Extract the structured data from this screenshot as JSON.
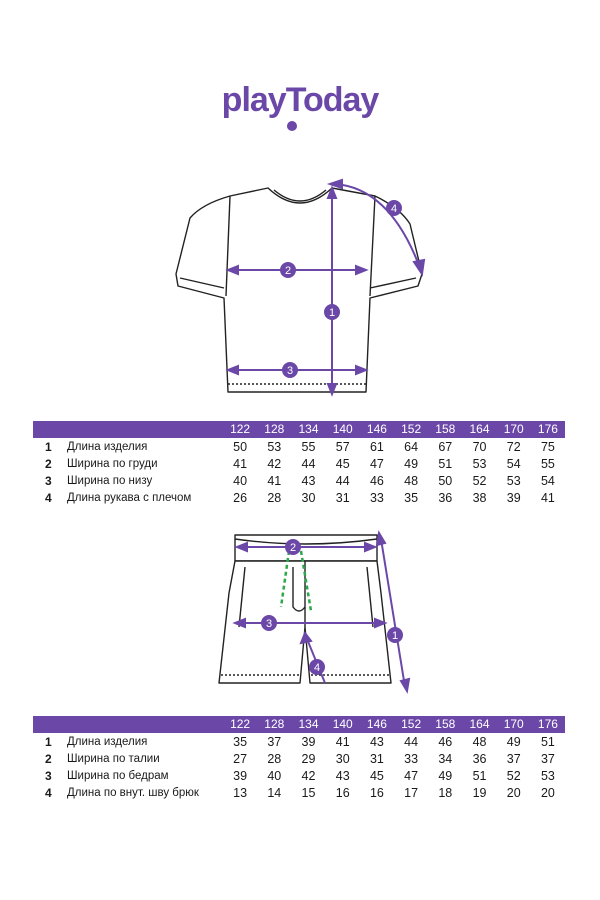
{
  "brand": {
    "name": "playToday",
    "accent": "#6b48a8",
    "dot_color": "#6b48a8"
  },
  "size_header": [
    "122",
    "128",
    "134",
    "140",
    "146",
    "152",
    "158",
    "164",
    "170",
    "176"
  ],
  "tshirt": {
    "diagram_icon": "tshirt-outline",
    "markers": [
      "1",
      "2",
      "3",
      "4"
    ],
    "rows": [
      {
        "num": "1",
        "label": "Длина изделия",
        "values": [
          "50",
          "53",
          "55",
          "57",
          "61",
          "64",
          "67",
          "70",
          "72",
          "75"
        ]
      },
      {
        "num": "2",
        "label": "Ширина по груди",
        "values": [
          "41",
          "42",
          "44",
          "45",
          "47",
          "49",
          "51",
          "53",
          "54",
          "55"
        ]
      },
      {
        "num": "3",
        "label": "Ширина по низу",
        "values": [
          "40",
          "41",
          "43",
          "44",
          "46",
          "48",
          "50",
          "52",
          "53",
          "54"
        ]
      },
      {
        "num": "4",
        "label": "Длина рукава с плечом",
        "values": [
          "26",
          "28",
          "30",
          "31",
          "33",
          "35",
          "36",
          "38",
          "39",
          "41"
        ]
      }
    ]
  },
  "shorts": {
    "diagram_icon": "shorts-outline",
    "markers": [
      "1",
      "2",
      "3",
      "4"
    ],
    "rows": [
      {
        "num": "1",
        "label": "Длина изделия",
        "values": [
          "35",
          "37",
          "39",
          "41",
          "43",
          "44",
          "46",
          "48",
          "49",
          "51"
        ]
      },
      {
        "num": "2",
        "label": "Ширина по талии",
        "values": [
          "27",
          "28",
          "29",
          "30",
          "31",
          "33",
          "34",
          "36",
          "37",
          "37"
        ]
      },
      {
        "num": "3",
        "label": "Ширина по бедрам",
        "values": [
          "39",
          "40",
          "42",
          "43",
          "45",
          "47",
          "49",
          "51",
          "52",
          "53"
        ]
      },
      {
        "num": "4",
        "label": "Длина по внут. шву брюк",
        "values": [
          "13",
          "14",
          "15",
          "16",
          "16",
          "17",
          "18",
          "19",
          "20",
          "20"
        ]
      }
    ]
  }
}
